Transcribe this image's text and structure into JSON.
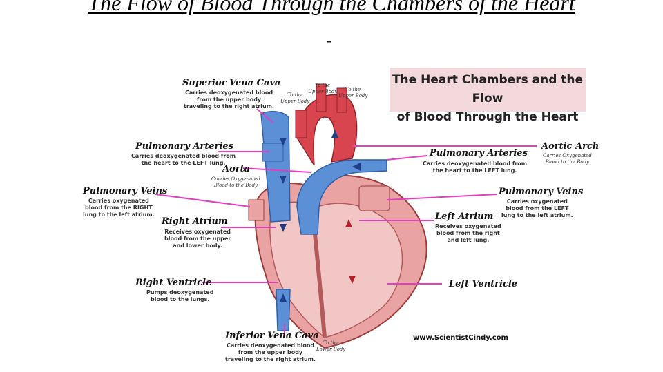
{
  "slide": {
    "title": "The Flow of Blood Through the Chambers of the Heart",
    "dash": "-"
  },
  "banner": {
    "line1": "The Heart Chambers and the Flow",
    "line2": "of Blood Through the Heart"
  },
  "labels": {
    "svc": {
      "name": "Superior Vena Cava",
      "desc": "Carries deoxygenated blood\nfrom the upper body\ntraveling to the right atrium."
    },
    "pa_left": {
      "name": "Pulmonary Arteries",
      "desc": "Carries deoxygenated blood from\nthe heart to the LEFT lung."
    },
    "aorta": {
      "name": "Aorta",
      "desc": "Carries Oxygenated\nBlood to the Body"
    },
    "pv_left": {
      "name": "Pulmonary Veins",
      "desc": "Carries oxygenated\nblood from the RIGHT\nlung to the left atrium."
    },
    "ra": {
      "name": "Right Atrium",
      "desc": "Receives oxygenated\nblood from the upper\nand lower body."
    },
    "rv": {
      "name": "Right Ventricle",
      "desc": "Pumps deoxygenated\nblood to the lungs."
    },
    "ivc": {
      "name": "Inferior Vena Cava",
      "desc": "Carries deoxygenated blood\nfrom the upper body\ntraveling to the right atrium."
    },
    "aortic_arch": {
      "name": "Aortic Arch",
      "desc": "Carries Oxygenated\nBlood to the Body"
    },
    "pa_right": {
      "name": "Pulmonary Arteries",
      "desc": "Carries deoxygenated blood from\nthe heart to the LEFT lung."
    },
    "pv_right": {
      "name": "Pulmonary Veins",
      "desc": "Carries oxygenated\nblood from the LEFT\nlung to the left atrium."
    },
    "la": {
      "name": "Left Atrium",
      "desc": "Receives oxygenated\nblood from the right\nand left lung."
    },
    "lv": {
      "name": "Left Ventricle"
    }
  },
  "notes": {
    "to_upper_body_1": "To the\nUpper Body",
    "to_upper_body_2": "To the\nUpper Body",
    "to_upper_body_3": "To the\nUpper Body",
    "to_lower_body": "To the\nLower Body"
  },
  "watermark": "www.ScientistCindy.com",
  "colors": {
    "pointer": "#e040c0",
    "deoxygenated": "#5b8fd6",
    "oxygenated": "#d8454e",
    "muscle": "#e9a3a3",
    "banner": "#f4d9dc"
  }
}
